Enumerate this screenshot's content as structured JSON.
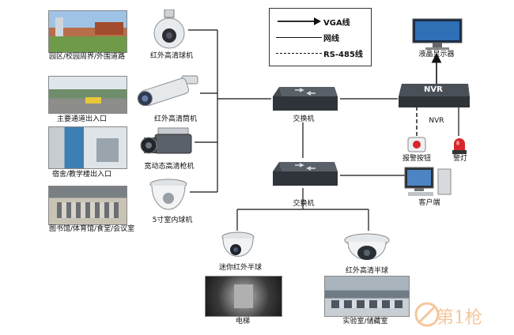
{
  "legend": {
    "vga": "VGA线",
    "network": "网线",
    "rs485": "RS-485线"
  },
  "locations": {
    "campus": "园区/校园周界/外围道路",
    "main_entrance": "主要通道出入口",
    "dorm_entrance": "宿舍/教学楼出入口",
    "library": "图书馆/体育馆/食堂/会议室",
    "elevator": "电梯",
    "lab": "实验室/储藏室"
  },
  "devices": {
    "ir_dome": "红外高清球机",
    "ir_bullet": "红外高清筒机",
    "wdr_camera": "宽动态高清枪机",
    "indoor_dome": "5寸室内球机",
    "switch_top": "交换机",
    "switch_bottom": "交换机",
    "nvr_box": "NVR",
    "nvr": "NVR",
    "lcd": "液晶显示器",
    "alarm_button": "报警按钮",
    "alarm_light": "警灯",
    "client": "客户端",
    "mini_ir": "迷你红外半球",
    "ir_half_dome": "红外高清半球"
  },
  "watermark": "第1枪",
  "colors": {
    "line": "#111111",
    "device_dark": "#3b4148",
    "device_light": "#e8ebee",
    "screen_blue": "#2f6fb5",
    "alarm_red": "#d8262c",
    "watermark": "#f4c79c"
  }
}
